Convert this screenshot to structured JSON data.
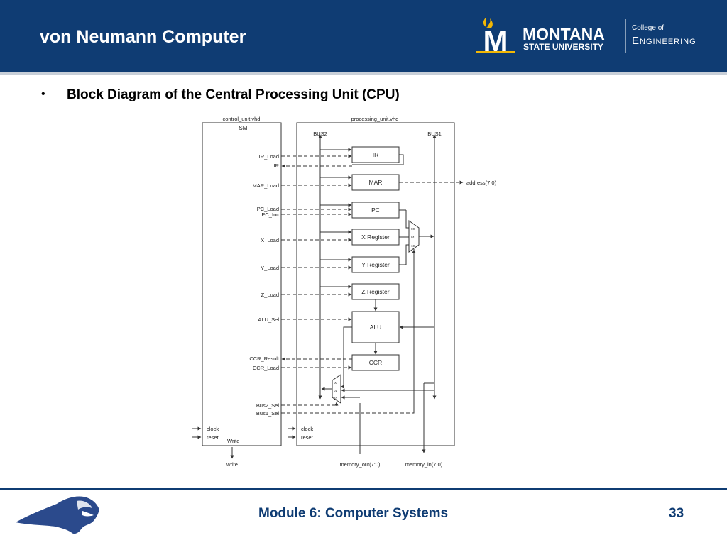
{
  "slide": {
    "title": "von Neumann Computer",
    "bullet": "Block Diagram of the Central Processing Unit (CPU)",
    "footer": "Module 6: Computer Systems",
    "page_number": "33"
  },
  "logo": {
    "letter": "M",
    "university_line1": "MONTANA",
    "university_line2": "STATE UNIVERSITY",
    "college_line1": "College of",
    "college_line2": "Engineering"
  },
  "diagram": {
    "control_file": "control_unit.vhd",
    "processing_file": "processing_unit.vhd",
    "fsm": "FSM",
    "bus2": "BUS2",
    "bus1": "BUS1",
    "signals": {
      "ir_load": "IR_Load",
      "ir": "IR",
      "mar_load": "MAR_Load",
      "pc_load": "PC_Load",
      "pc_inc": "PC_Inc",
      "x_load": "X_Load",
      "y_load": "Y_Load",
      "z_load": "Z_Load",
      "alu_sel": "ALU_Sel",
      "ccr_result": "CCR_Result",
      "ccr_load": "CCR_Load",
      "bus2_sel": "Bus2_Sel",
      "bus1_sel": "Bus1_Sel",
      "clock": "clock",
      "reset": "reset",
      "write_inner": "Write",
      "write_out": "write"
    },
    "blocks": {
      "ir": "IR",
      "mar": "MAR",
      "pc": "PC",
      "x": "X Register",
      "y": "Y Register",
      "z": "Z Register",
      "alu": "ALU",
      "ccr": "CCR"
    },
    "mux_inputs": {
      "in0": "00",
      "in1": "01",
      "in2": "10"
    },
    "ports": {
      "address": "address(7:0)",
      "memory_out": "memory_out(7:0)",
      "memory_in": "memory_in(7:0)"
    }
  }
}
